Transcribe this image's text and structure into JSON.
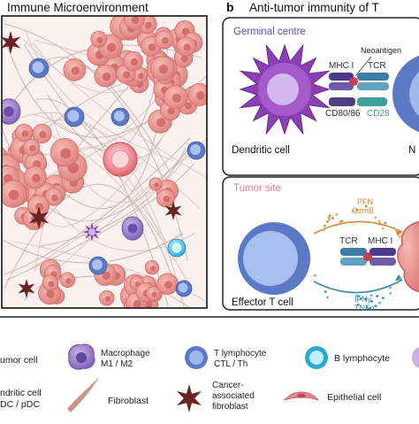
{
  "panel_a": {
    "title": "Immune Microenvironment"
  },
  "panel_b": {
    "letter": "b",
    "title": "Anti-tumor immunity of T",
    "germinal_label": "Germinal centre",
    "neoantigen": "Neoantigen",
    "mhc_top": "MHC I",
    "tcr_top": "TCR",
    "cd80": "CD80/86",
    "cd28": "CD28",
    "dendritic_label": "Dendritic cell",
    "naive_partial": "N",
    "tumor_site": "Tumor site",
    "pfn": "PFN",
    "gzmb": "GzmB",
    "tcr_bottom": "TCR",
    "mhc_bottom": "MHC I",
    "ifn": "IFNγ",
    "tnf": "TNFα",
    "effector_label": "Effector T cell"
  },
  "legend": {
    "tumor_cell": "umor cell",
    "macrophage_l1": "Macrophage",
    "macrophage_l2": "M1 / M2",
    "tlymph_l1": "T lymphocyte",
    "tlymph_l2": "CTL / Th",
    "blymph": "B lymphocyte",
    "dendritic_l1": "ndritic cell",
    "dendritic_l2": "DC / pDC",
    "fibroblast": "Fibroblast",
    "caf_l1": "Cancer-",
    "caf_l2": "associated",
    "caf_l3": "fibroblast",
    "epithelial": "Epithelial cell"
  },
  "colors": {
    "tumor": "#e8938f",
    "tumor_dark": "#c85e5c",
    "macrophage": "#8d6fc3",
    "tcell": "#5b79c7",
    "bcell": "#3bb6dd",
    "dendritic": "#8a3fb3",
    "caf": "#6b2424",
    "fibroblast": "#c89686",
    "section_purple": "#6a4fb0",
    "section_pink": "#e07f80",
    "arrow_orange": "#d3883a",
    "arrow_teal": "#3b8aa6"
  }
}
